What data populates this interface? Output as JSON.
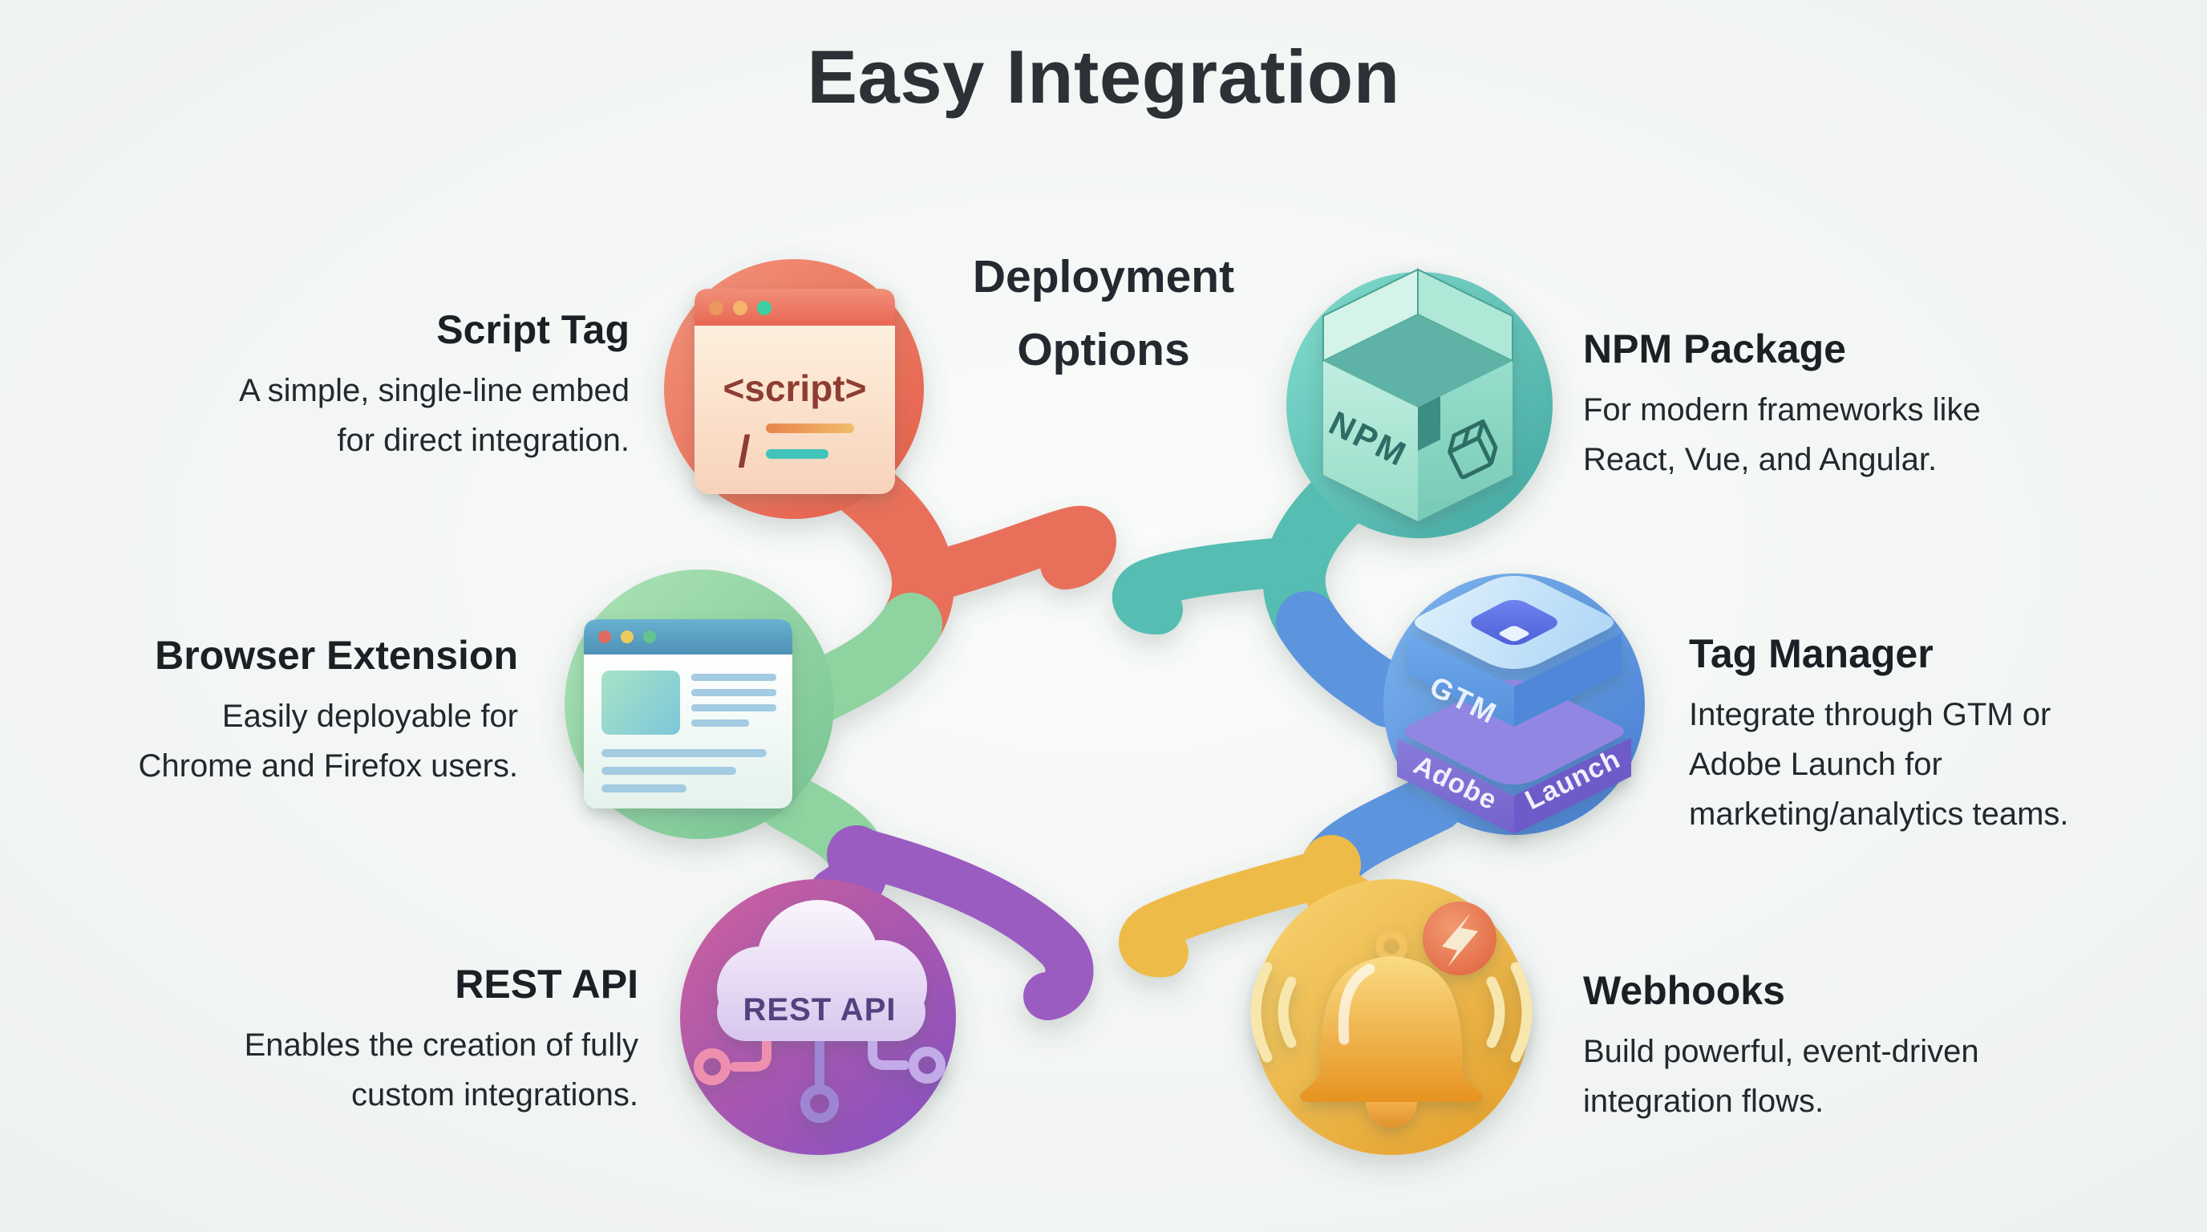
{
  "title": "Easy Integration",
  "center_label": "Deployment\nOptions",
  "background_color": "#eff3f1",
  "nodes": {
    "script_tag": {
      "title": "Script Tag",
      "description": "A simple, single-line embed\nfor direct integration.",
      "accent_color": "#e8705a",
      "icon": "script-browser-window-icon",
      "icon_text": "<script>",
      "icon_slash": "/"
    },
    "browser_extension": {
      "title": "Browser Extension",
      "description": "Easily deployable for\nChrome and Firefox users.",
      "accent_color": "#8fd3a1",
      "icon": "browser-window-icon"
    },
    "rest_api": {
      "title": "REST API",
      "description": "Enables the creation of fully\ncustom integrations.",
      "accent_color": "#9a5cc0",
      "icon": "cloud-circuit-icon",
      "icon_text": "REST API"
    },
    "npm_package": {
      "title": "NPM Package",
      "description": "For modern frameworks like\nReact, Vue, and Angular.",
      "accent_color": "#57bdb2",
      "icon": "npm-box-icon",
      "icon_text": "NPM"
    },
    "tag_manager": {
      "title": "Tag Manager",
      "description": "Integrate through GTM or\nAdobe Launch for\nmarketing/analytics teams.",
      "accent_color": "#5b94de",
      "icon": "gtm-adobe-stack-icon",
      "icon_text_top": "GTM",
      "icon_text_left": "Adobe",
      "icon_text_right": "Launch"
    },
    "webhooks": {
      "title": "Webhooks",
      "description": "Build powerful, event-driven\nintegration flows.",
      "accent_color": "#eebb4a",
      "icon": "bell-lightning-icon"
    }
  }
}
